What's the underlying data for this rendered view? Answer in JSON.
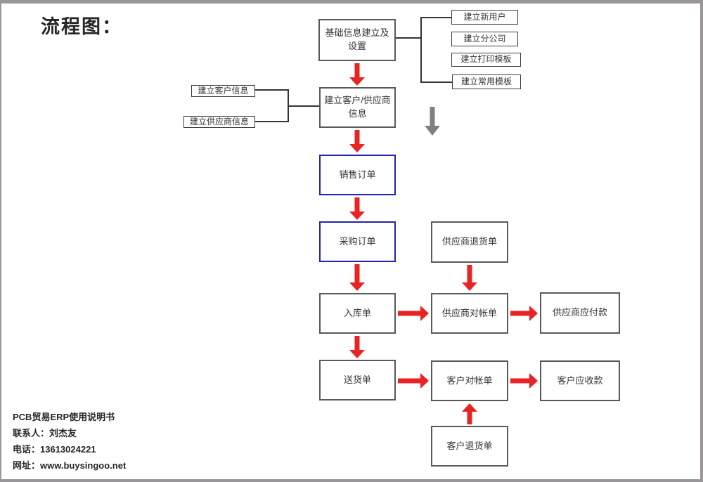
{
  "title": "流程图：",
  "nodes": {
    "base_info": "基础信息建立及设置",
    "new_user": "建立新用户",
    "branch_company": "建立分公司",
    "print_template": "建立打印模板",
    "common_template": "建立常用模板",
    "customer_info": "建立客户信息",
    "supplier_info": "建立供应商信息",
    "customer_supplier_info": "建立客户/供应商信息",
    "sales_order": "销售订单",
    "purchase_order": "采购订单",
    "supplier_return": "供应商退货单",
    "inbound_order": "入库单",
    "supplier_statement": "供应商对帐单",
    "supplier_payable": "供应商应付款",
    "delivery_order": "送货单",
    "customer_statement": "客户对帐单",
    "customer_receivable": "客户应收款",
    "customer_return": "客户退货单"
  },
  "footer": {
    "doc_title": "PCB贸易ERP使用说明书",
    "contact": "联系人：刘杰友",
    "phone": "电话：13613024221",
    "website": "网址：www.buysingoo.net"
  },
  "colors": {
    "arrow_red": "#e92323",
    "arrow_gray": "#808080",
    "connector_line": "#333333",
    "node_border_gray": "#595959",
    "node_border_dark": "#3f3f3f",
    "node_border_blue": "#2424ac",
    "frame_gray": "#9a969a"
  }
}
